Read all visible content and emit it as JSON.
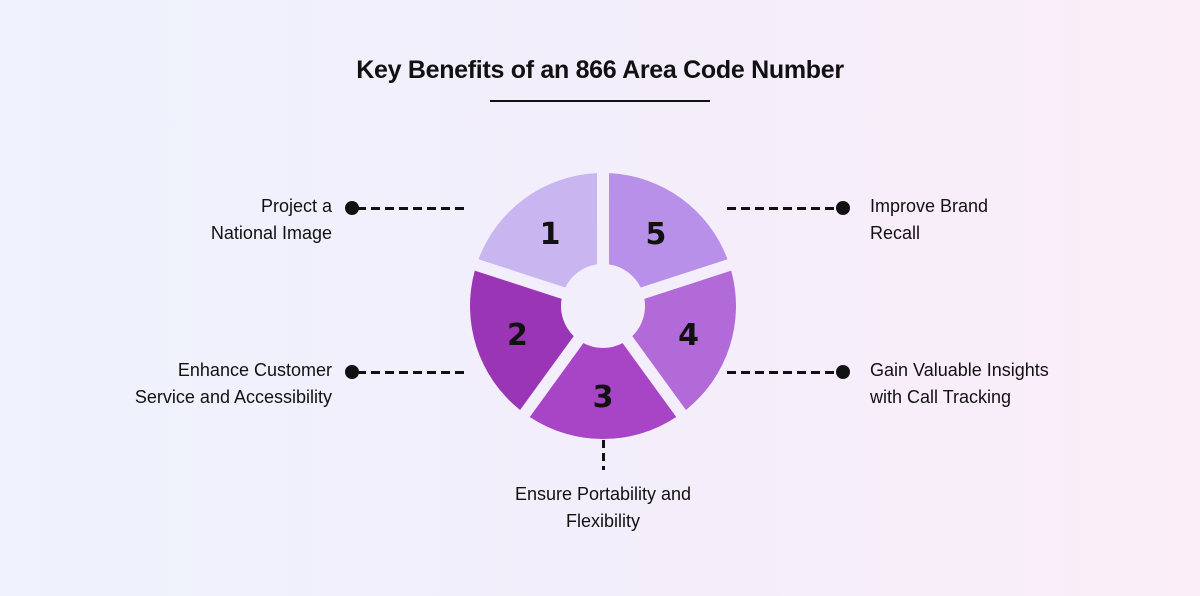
{
  "title": "Key Benefits of an 866 Area Code Number",
  "segments": [
    {
      "number": "1",
      "label_line1": "Project a",
      "label_line2": "National Image",
      "color": "#c9b6f1"
    },
    {
      "number": "2",
      "label_line1": "Enhance Customer",
      "label_line2": "Service and Accessibility",
      "color": "#9a36b6"
    },
    {
      "number": "3",
      "label_line1": "Ensure Portability and",
      "label_line2": "Flexibility",
      "color": "#a844c6"
    },
    {
      "number": "4",
      "label_line1": "Gain Valuable Insights",
      "label_line2": "with Call Tracking",
      "color": "#b26ad9"
    },
    {
      "number": "5",
      "label_line1": "Improve Brand",
      "label_line2": "Recall",
      "color": "#b88fe9"
    }
  ]
}
